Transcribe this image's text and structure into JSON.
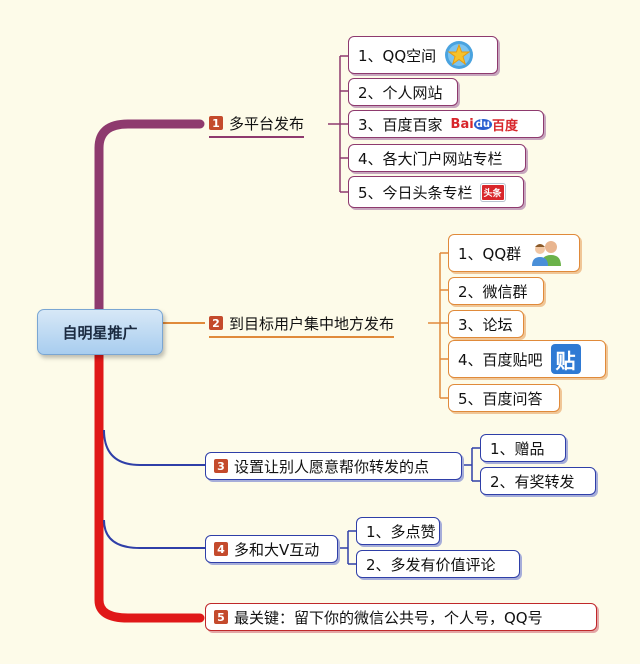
{
  "root": {
    "label": "自明星推广"
  },
  "branches": [
    {
      "number": "1",
      "label": "多平台发布",
      "items": [
        {
          "label": "1、QQ空间",
          "icon": "qzone-star-icon"
        },
        {
          "label": "2、个人网站"
        },
        {
          "label": "3、百度百家",
          "icon": "baidu-logo-icon",
          "icon_text": [
            "Bai",
            "du",
            "百度"
          ]
        },
        {
          "label": "4、各大门户网站专栏"
        },
        {
          "label": "5、今日头条专栏",
          "icon": "toutiao-icon",
          "icon_text": "头条"
        }
      ]
    },
    {
      "number": "2",
      "label": "到目标用户集中地方发布",
      "items": [
        {
          "label": "1、QQ群",
          "icon": "user-group-icon"
        },
        {
          "label": "2、微信群"
        },
        {
          "label": "3、论坛"
        },
        {
          "label": "4、百度贴吧",
          "icon": "tieba-icon",
          "icon_text": "贴"
        },
        {
          "label": "5、百度问答"
        }
      ]
    },
    {
      "number": "3",
      "label": "设置让别人愿意帮你转发的点",
      "items": [
        {
          "label": "1、赠品"
        },
        {
          "label": "2、有奖转发"
        }
      ]
    },
    {
      "number": "4",
      "label": "多和大V互动",
      "items": [
        {
          "label": "1、多点赞"
        },
        {
          "label": "2、多发有价值评论"
        }
      ]
    },
    {
      "number": "5",
      "label": "最关键：留下你的微信公共号，个人号，QQ号",
      "items": []
    }
  ],
  "colors": {
    "branch1": "#8e3a6e",
    "branch2": "#e08a3a",
    "branch3": "#2f3fa8",
    "branch4": "#2f3fa8",
    "branch5": "#e01818",
    "root_fill": "#a8cdef",
    "number_badge": "#c44a2c",
    "background": "#fdfbe9"
  }
}
